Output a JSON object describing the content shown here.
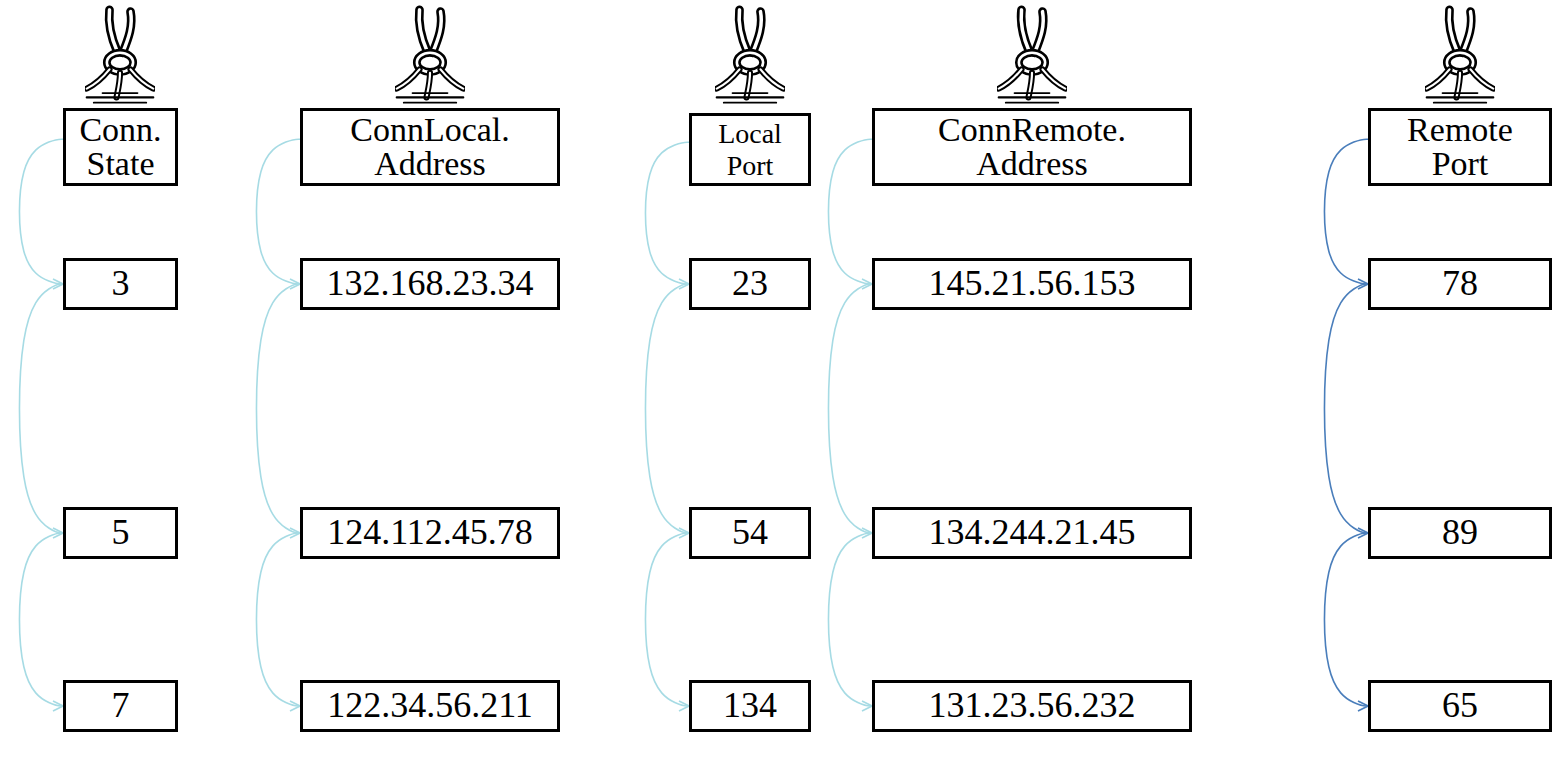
{
  "diagram": {
    "nodes": [
      {
        "text": [
          "Conn. State"
        ]
      },
      {
        "text": [
          "3"
        ]
      },
      {
        "text": [
          "5"
        ]
      },
      {
        "text": [
          "7"
        ]
      },
      {
        "text": [
          "ConnLocal. Address"
        ]
      },
      {
        "text": [
          "132.168.23.34"
        ]
      },
      {
        "text": [
          "124.112.45.78"
        ]
      },
      {
        "text": [
          "122.34.56.211"
        ]
      },
      {
        "text": [
          "Local Port"
        ]
      },
      {
        "text": [
          "23"
        ]
      },
      {
        "text": [
          "54"
        ]
      },
      {
        "text": [
          "134"
        ]
      },
      {
        "text": [
          "ConnRemote. Address"
        ]
      },
      {
        "text": [
          "145.21.56.153"
        ]
      },
      {
        "text": [
          "134.244.21.45"
        ]
      },
      {
        "text": [
          "131.23.56.232"
        ]
      },
      {
        "text": [
          "Remote Port"
        ]
      },
      {
        "text": [
          "78"
        ]
      },
      {
        "text": [
          "89"
        ]
      },
      {
        "text": [
          "65"
        ]
      }
    ],
    "edges": [
      {
        "from": 0,
        "to": 1,
        "arrow": "to"
      },
      {
        "from": 1,
        "to": 2,
        "arrow": "to"
      },
      {
        "from": 2,
        "to": 3,
        "arrow": "to"
      },
      {
        "from": 4,
        "to": 5,
        "arrow": "to"
      },
      {
        "from": 5,
        "to": 6,
        "arrow": "to"
      },
      {
        "from": 6,
        "to": 7,
        "arrow": "to"
      },
      {
        "from": 8,
        "to": 9,
        "arrow": "to"
      },
      {
        "from": 9,
        "to": 10,
        "arrow": "to"
      },
      {
        "from": 10,
        "to": 11,
        "arrow": "to"
      },
      {
        "from": 12,
        "to": 13,
        "arrow": "to"
      },
      {
        "from": 13,
        "to": 14,
        "arrow": "to"
      },
      {
        "from": 14,
        "to": 15,
        "arrow": "to"
      },
      {
        "from": 16,
        "to": 17,
        "arrow": "to"
      },
      {
        "from": 17,
        "to": 18,
        "arrow": "to"
      },
      {
        "from": 18,
        "to": 19,
        "arrow": "to"
      }
    ]
  }
}
